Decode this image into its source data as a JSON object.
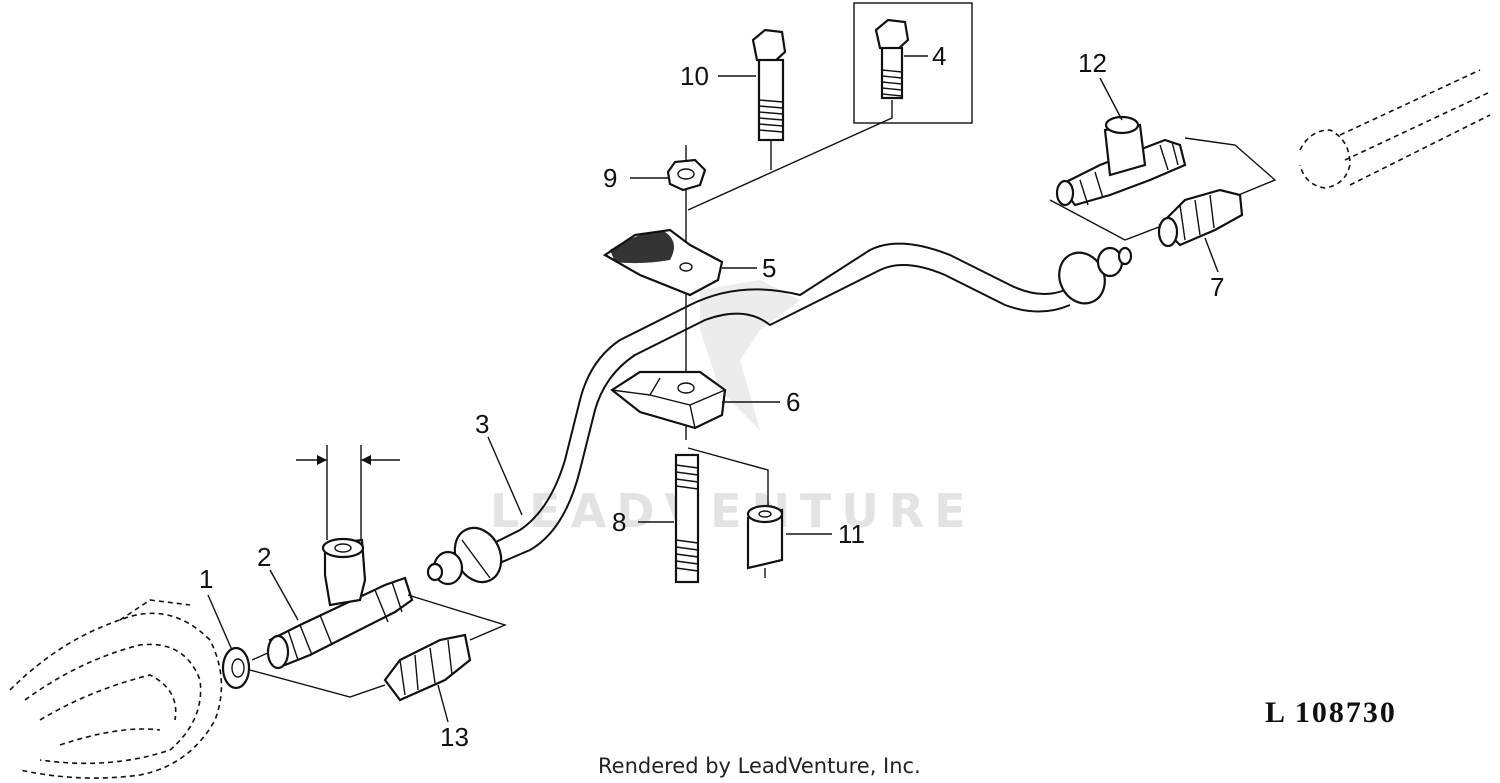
{
  "diagram": {
    "callouts": [
      {
        "id": "c1",
        "label": "1"
      },
      {
        "id": "c2",
        "label": "2"
      },
      {
        "id": "c3",
        "label": "3"
      },
      {
        "id": "c4",
        "label": "4"
      },
      {
        "id": "c5",
        "label": "5"
      },
      {
        "id": "c6",
        "label": "6"
      },
      {
        "id": "c7",
        "label": "7"
      },
      {
        "id": "c8",
        "label": "8"
      },
      {
        "id": "c9",
        "label": "9"
      },
      {
        "id": "c10",
        "label": "10"
      },
      {
        "id": "c11",
        "label": "11"
      },
      {
        "id": "c12",
        "label": "12"
      },
      {
        "id": "c13",
        "label": "13"
      }
    ],
    "figure_number": "L 108730",
    "watermark": "LEADVENTURE",
    "credit": "Rendered by LeadVenture, Inc."
  }
}
